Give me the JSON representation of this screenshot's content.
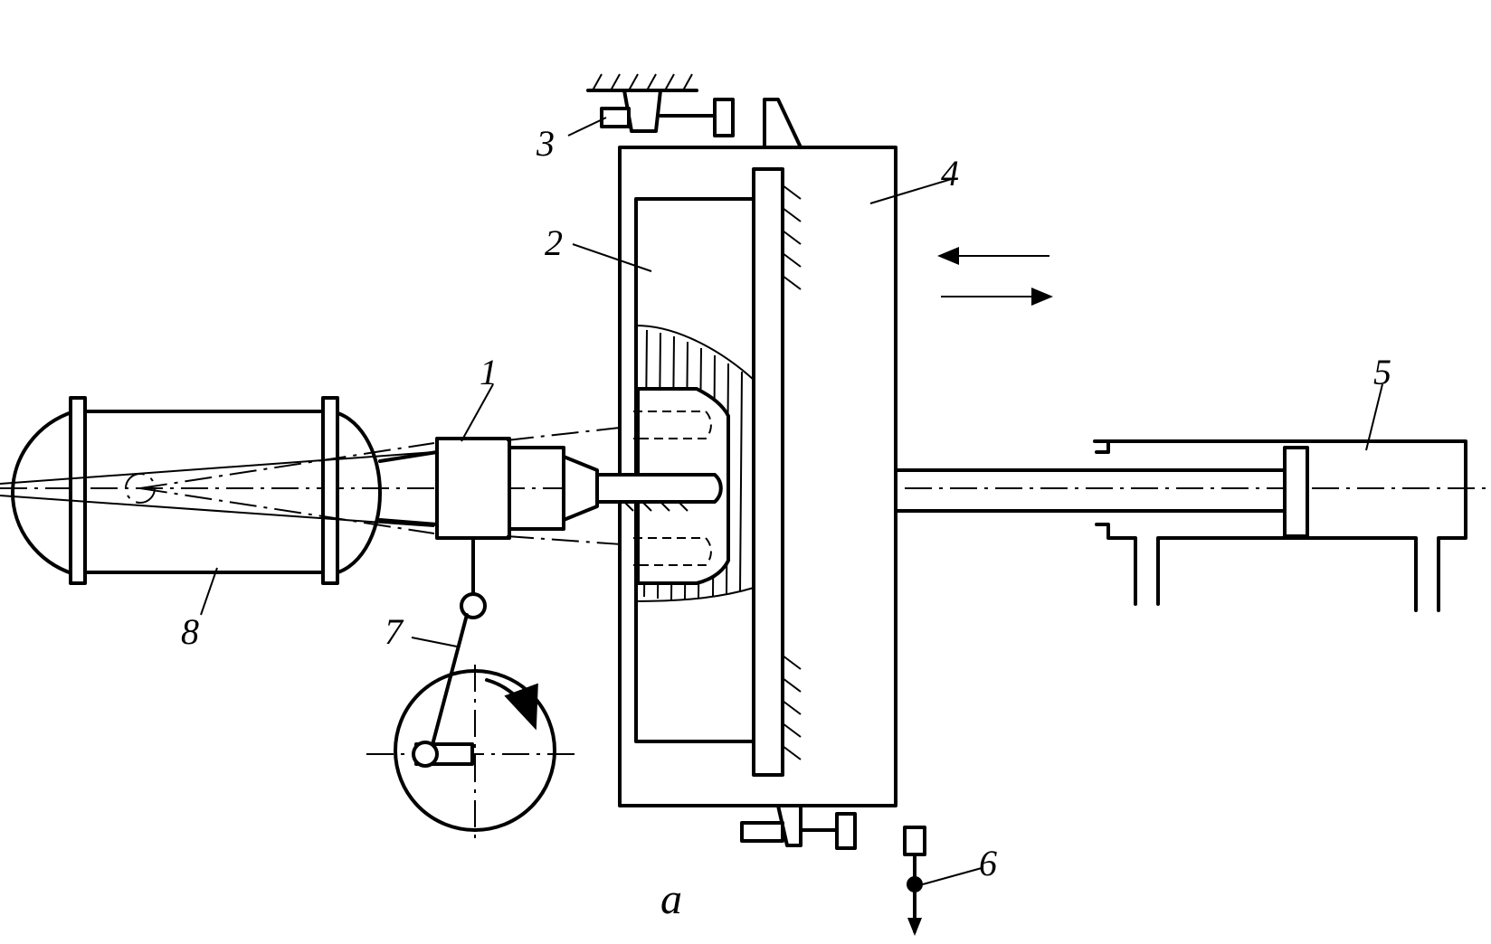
{
  "labels": {
    "l1": "1",
    "l2": "2",
    "l3": "3",
    "l4": "4",
    "l5": "5",
    "l6": "6",
    "l7": "7",
    "l8": "8",
    "caption": "a"
  }
}
